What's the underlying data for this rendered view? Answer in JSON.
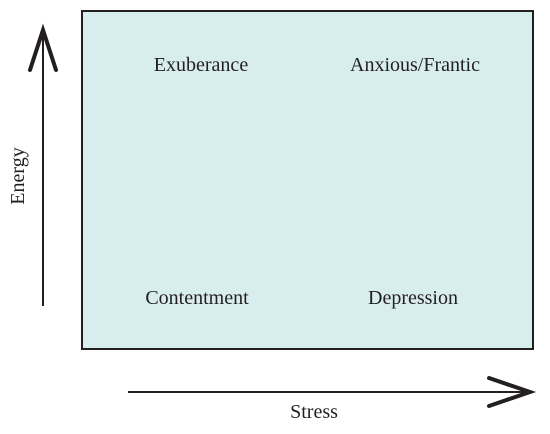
{
  "quadrants": {
    "top_left": "Exuberance",
    "top_right": "Anxious/Frantic",
    "bottom_left": "Contentment",
    "bottom_right": "Depression"
  },
  "axes": {
    "y_label": "Energy",
    "x_label": "Stress"
  },
  "colors": {
    "box_fill": "#d8eeee",
    "stroke": "#231f20"
  }
}
